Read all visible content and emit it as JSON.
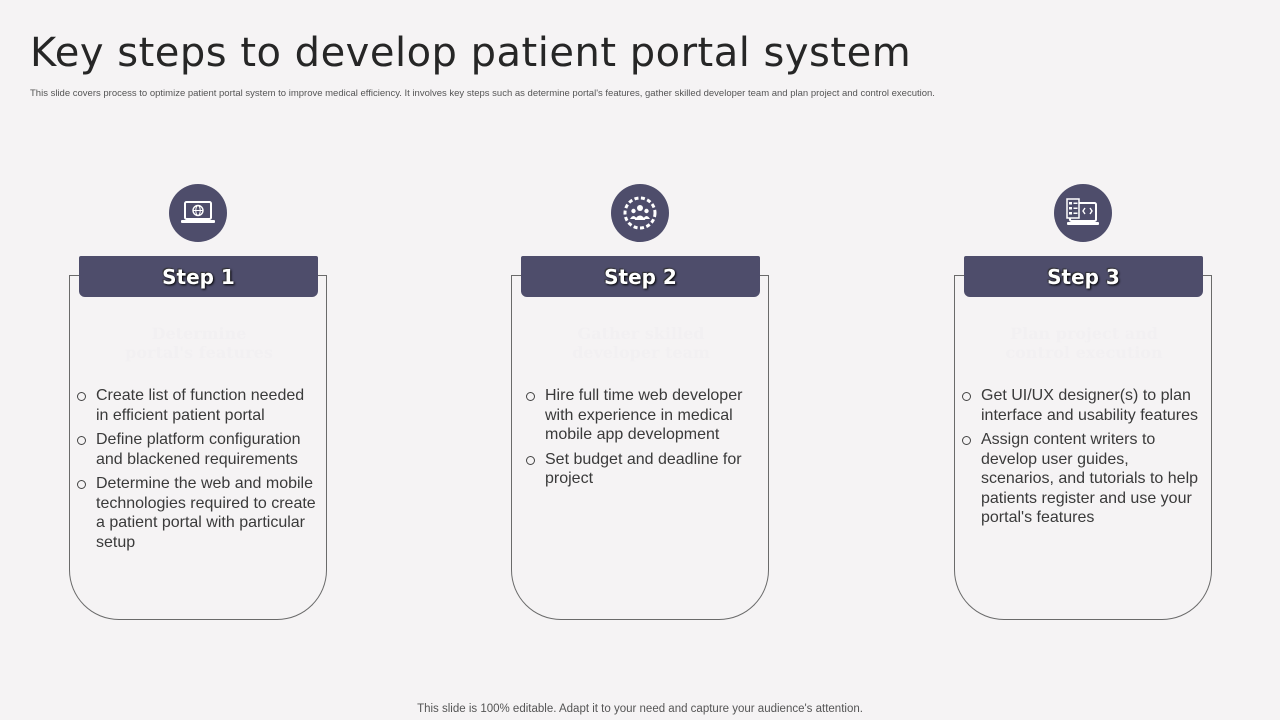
{
  "title": "Key steps to develop patient portal system",
  "subtitle": "This slide covers process to optimize patient portal system to improve medical efficiency. It involves  key steps such as determine portal's features, gather skilled developer team and plan project and control execution.",
  "footer": "This slide is 100% editable. Adapt it to your need and capture your audience's attention.",
  "colors": {
    "accent": "#4e4d6b",
    "background": "#f5f3f4",
    "border": "#6a6a6a"
  },
  "steps": [
    {
      "label": "Step 1",
      "icon": "laptop-globe-icon",
      "heading_line1": "Determine",
      "heading_line2": "portal's features",
      "bullets": [
        "Create list of function needed in efficient patient portal",
        "Define platform configuration and blackened requirements",
        "Determine the web and mobile technologies required to create a patient portal with particular setup"
      ]
    },
    {
      "label": "Step 2",
      "icon": "team-gear-icon",
      "heading_line1": "Gather skilled",
      "heading_line2": "developer team",
      "bullets": [
        "Hire full time web developer with experience in medical mobile app development",
        "Set budget and deadline for project"
      ]
    },
    {
      "label": "Step 3",
      "icon": "monitor-checklist-icon",
      "heading_line1": "Plan project and",
      "heading_line2": "control execution",
      "bullets": [
        "Get UI/UX designer(s) to plan interface and usability features",
        "Assign content writers to develop user guides, scenarios, and tutorials to help patients register and use your portal's features"
      ]
    }
  ]
}
